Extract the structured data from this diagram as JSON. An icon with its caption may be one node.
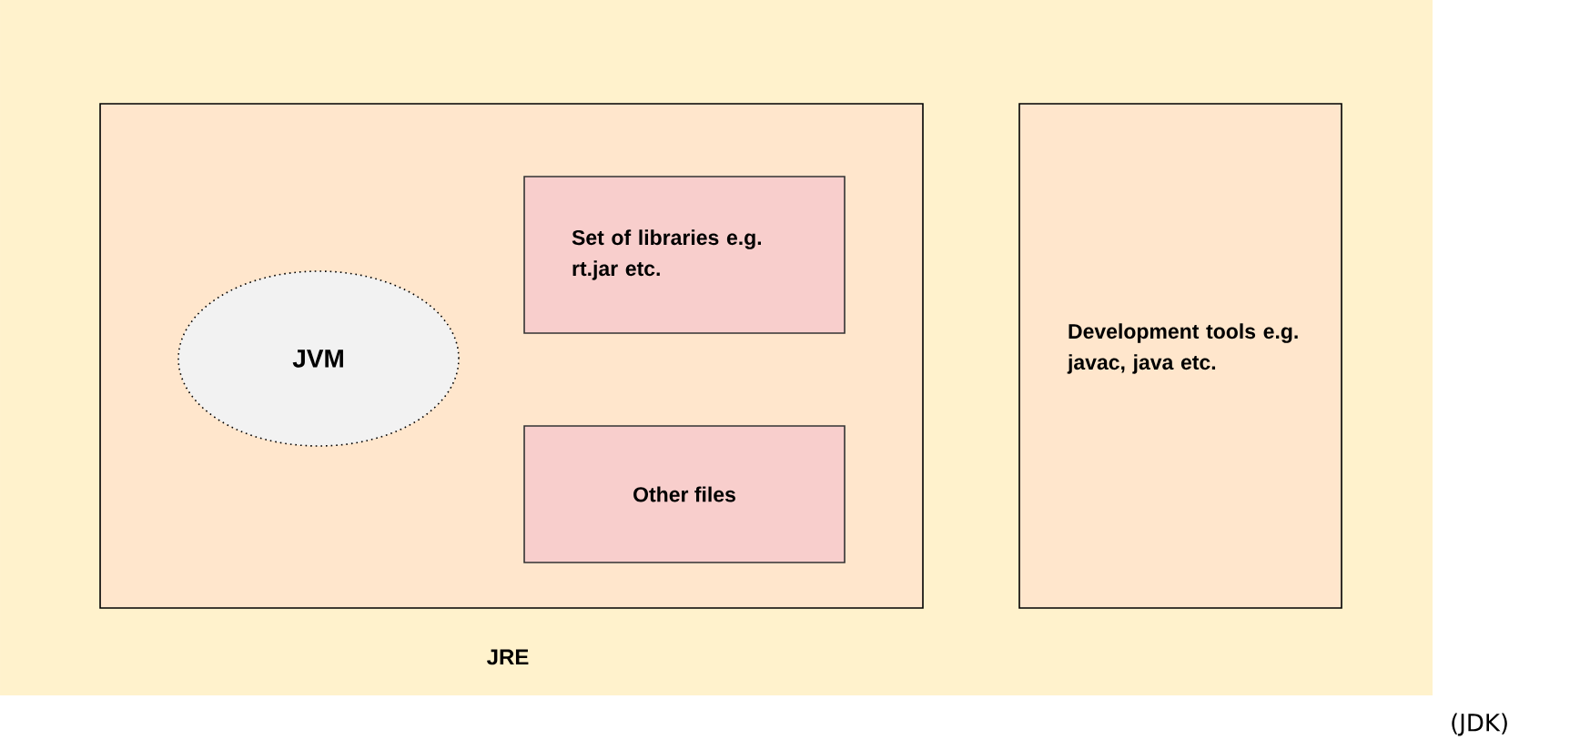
{
  "diagram": {
    "nodes": [
      {
        "text": [
          "(JDK)"
        ]
      },
      {
        "text": [
          "JRE"
        ],
        "in": 0
      },
      {
        "text": [
          "JVM"
        ],
        "in": 1
      },
      {
        "text": [
          "Set of libraries e.g. rt.jar etc."
        ],
        "in": 1
      },
      {
        "text": [
          "Other files"
        ],
        "in": 1
      },
      {
        "text": [
          "Development tools e.g. javac, java etc."
        ],
        "in": 0
      }
    ],
    "edges": []
  }
}
